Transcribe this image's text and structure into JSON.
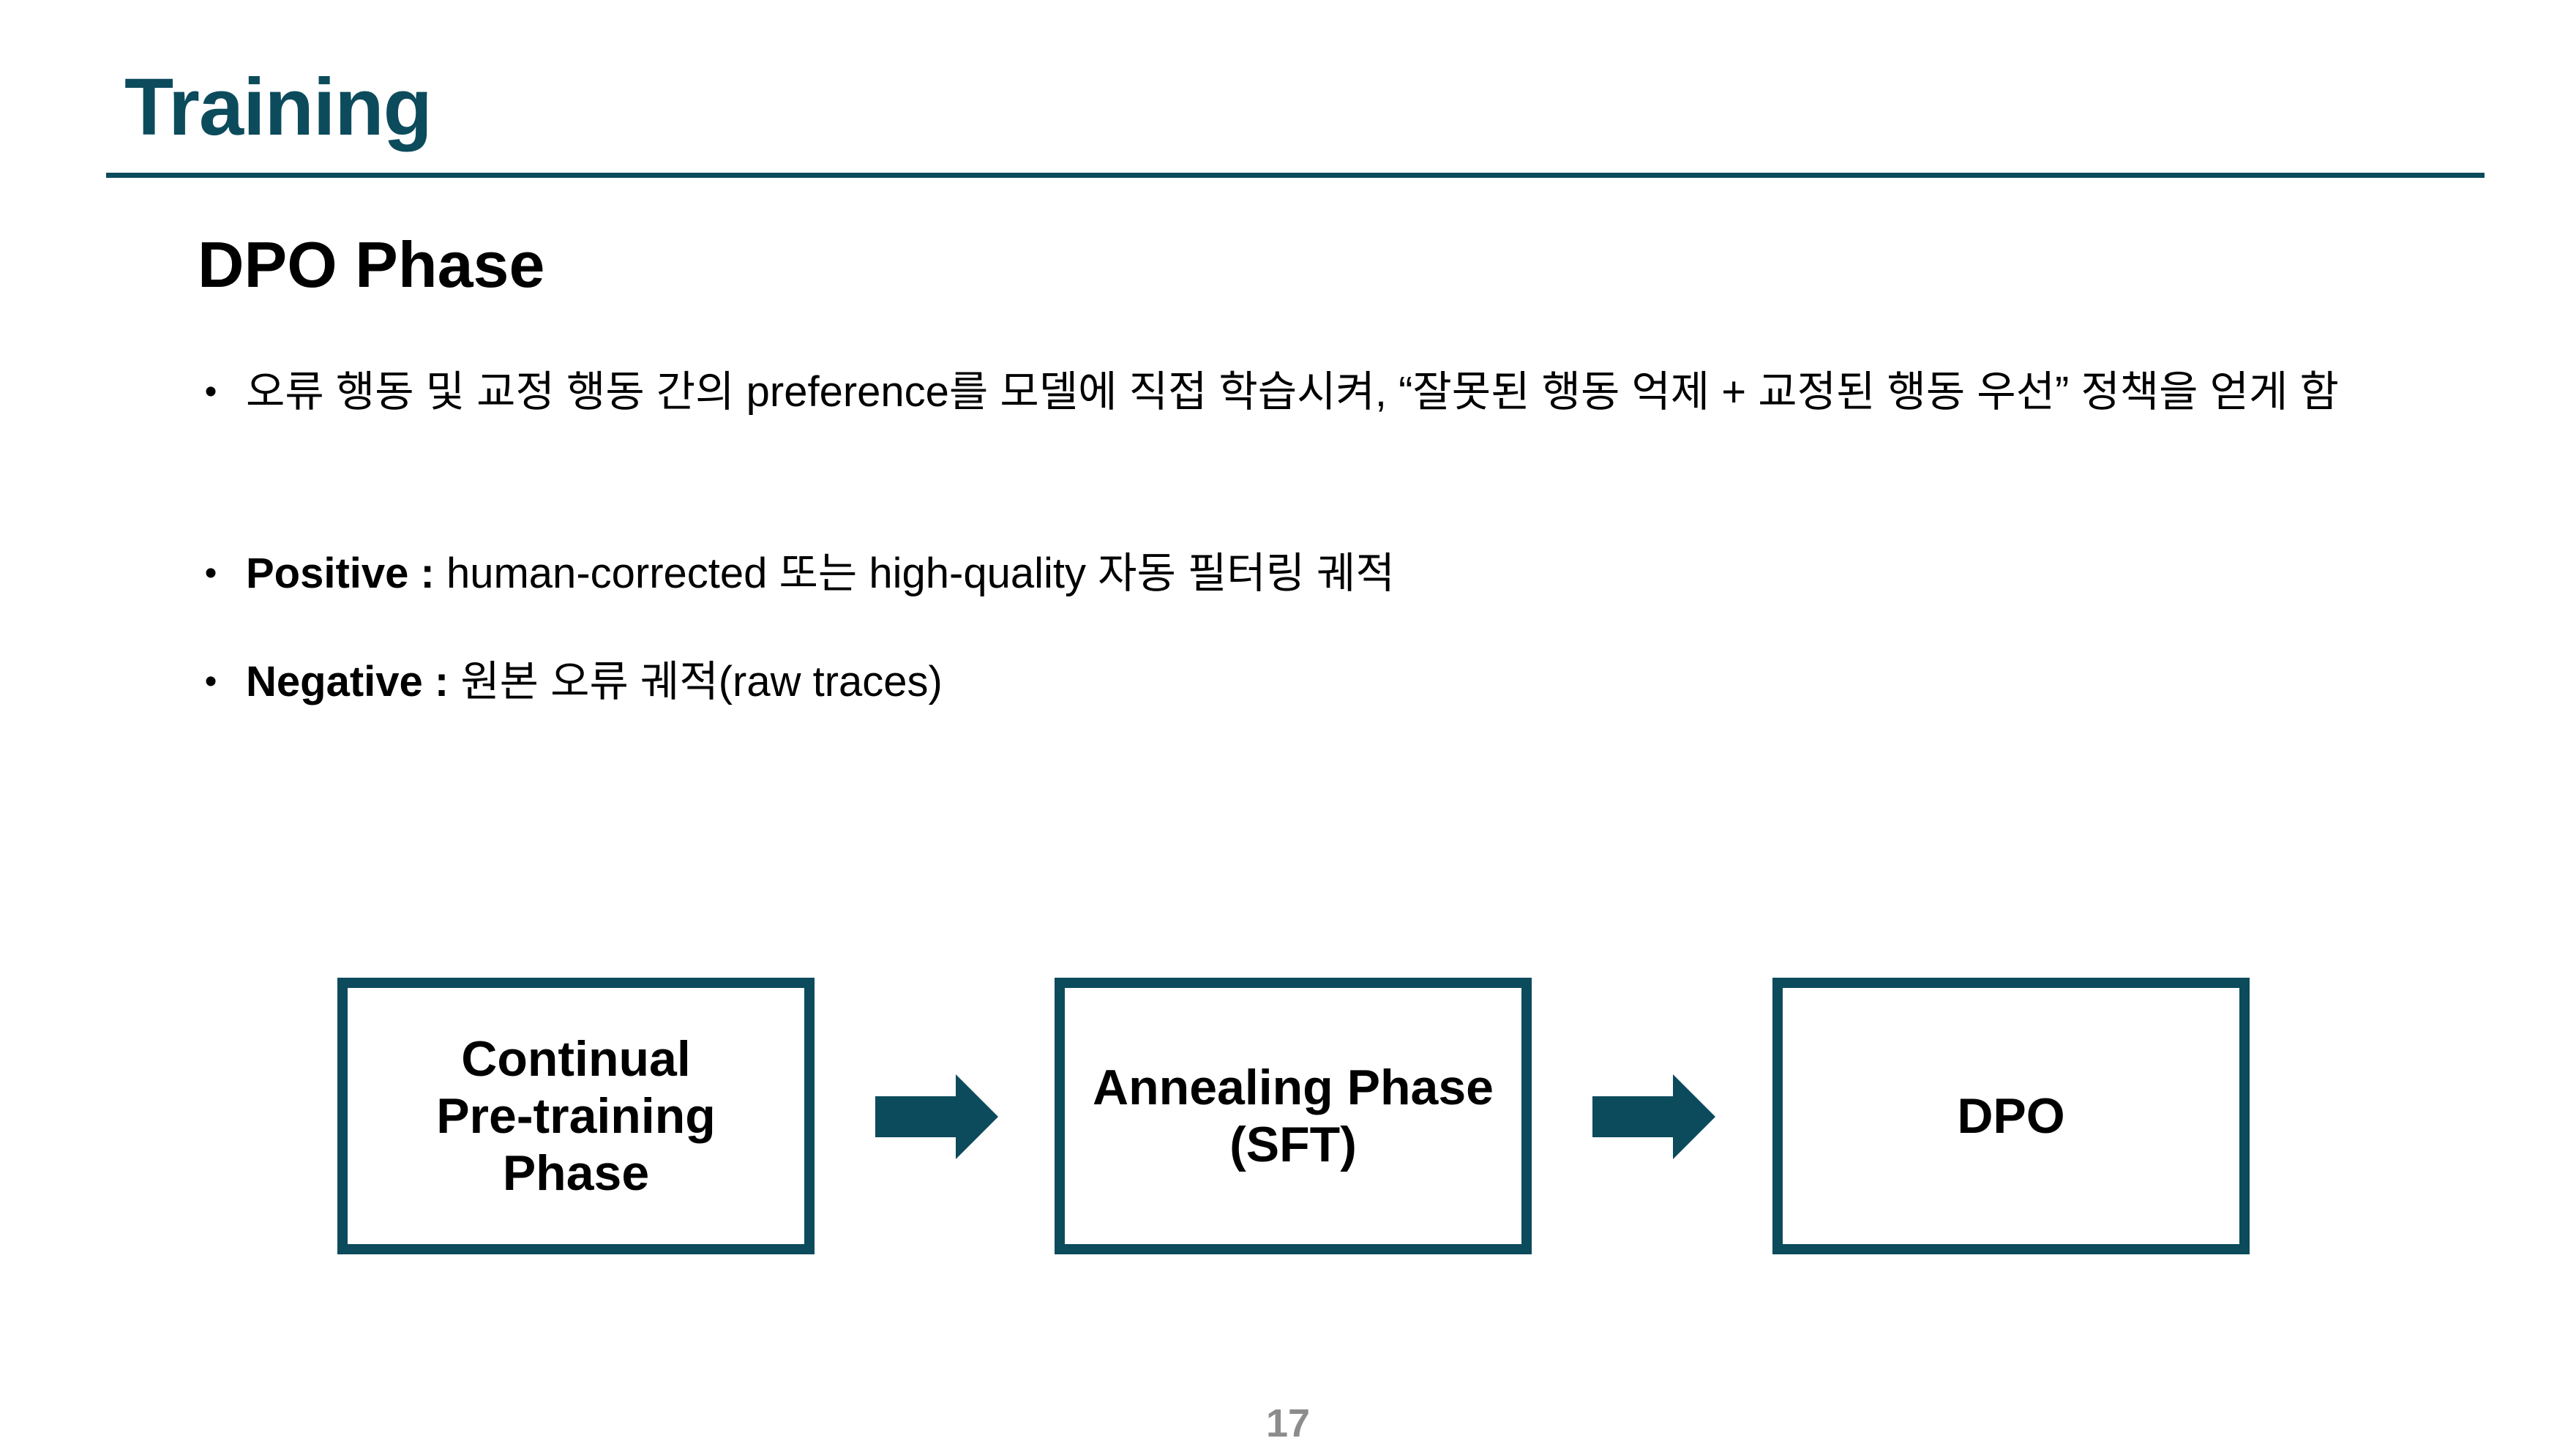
{
  "slide": {
    "title": "Training",
    "section_heading": "DPO Phase",
    "page_number": "17",
    "accent_color": "#0c4b5c"
  },
  "bullets": [
    {
      "marker": "•",
      "bold_prefix": "",
      "text": "오류 행동 및 교정 행동 간의 preference를 모델에 직접 학습시켜, “잘못된 행동 억제 + 교정된 행동 우선” 정책을 얻게 함"
    },
    {
      "marker": "•",
      "bold_prefix": "Positive :",
      "text": " human-corrected 또는 high-quality 자동 필터링 궤적"
    },
    {
      "marker": "•",
      "bold_prefix": "Negative :",
      "text": " 원본 오류 궤적(raw traces)"
    }
  ],
  "flow": {
    "steps": [
      "Continual\nPre-training\nPhase",
      "Annealing Phase\n(SFT)",
      "DPO"
    ],
    "arrow_icon": "right-arrow-icon"
  }
}
